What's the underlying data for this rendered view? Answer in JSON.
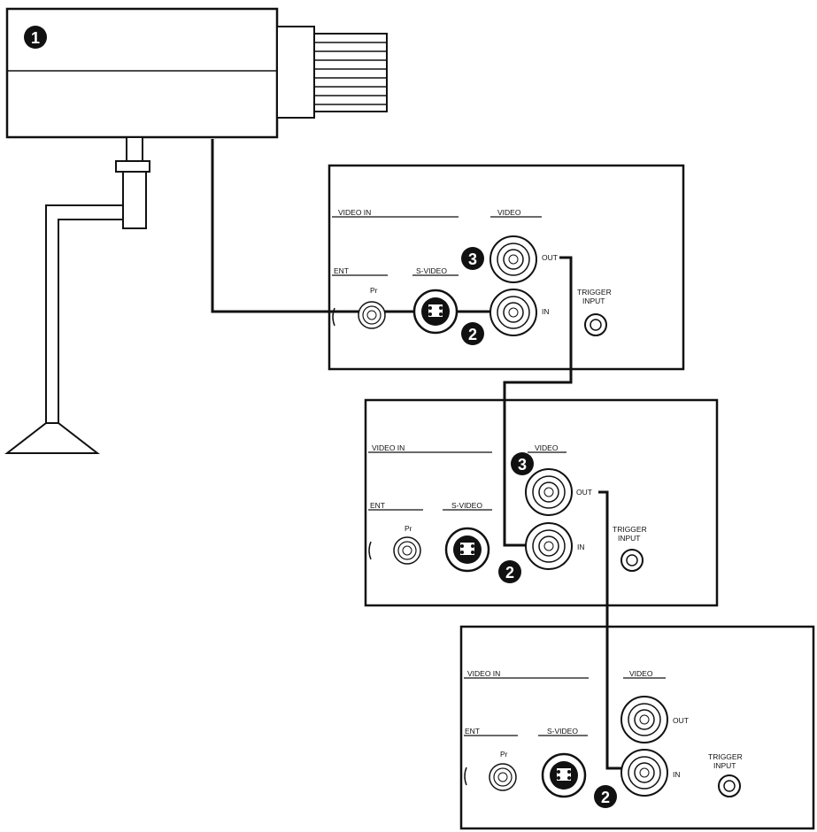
{
  "colors": {
    "line": "#111111",
    "background": "#ffffff",
    "badge": "#111111"
  },
  "camera": {
    "badge": "1"
  },
  "panels": [
    {
      "video_in_label": "VIDEO IN",
      "video_label": "VIDEO",
      "component_label": "ENT",
      "pr_label": "Pr",
      "svideo_label": "S-VIDEO",
      "out_label": "OUT",
      "in_label": "IN",
      "trigger_label_1": "TRIGGER",
      "trigger_label_2": "INPUT",
      "badge_out": "3",
      "badge_in": "2"
    },
    {
      "video_in_label": "VIDEO IN",
      "video_label": "VIDEO",
      "component_label": "ENT",
      "pr_label": "Pr",
      "svideo_label": "S-VIDEO",
      "out_label": "OUT",
      "in_label": "IN",
      "trigger_label_1": "TRIGGER",
      "trigger_label_2": "INPUT",
      "badge_out": "3",
      "badge_in": "2"
    },
    {
      "video_in_label": "VIDEO IN",
      "video_label": "VIDEO",
      "component_label": "ENT",
      "pr_label": "Pr",
      "svideo_label": "S-VIDEO",
      "out_label": "OUT",
      "in_label": "IN",
      "trigger_label_1": "TRIGGER",
      "trigger_label_2": "INPUT",
      "badge_out": "",
      "badge_in": "2"
    }
  ]
}
